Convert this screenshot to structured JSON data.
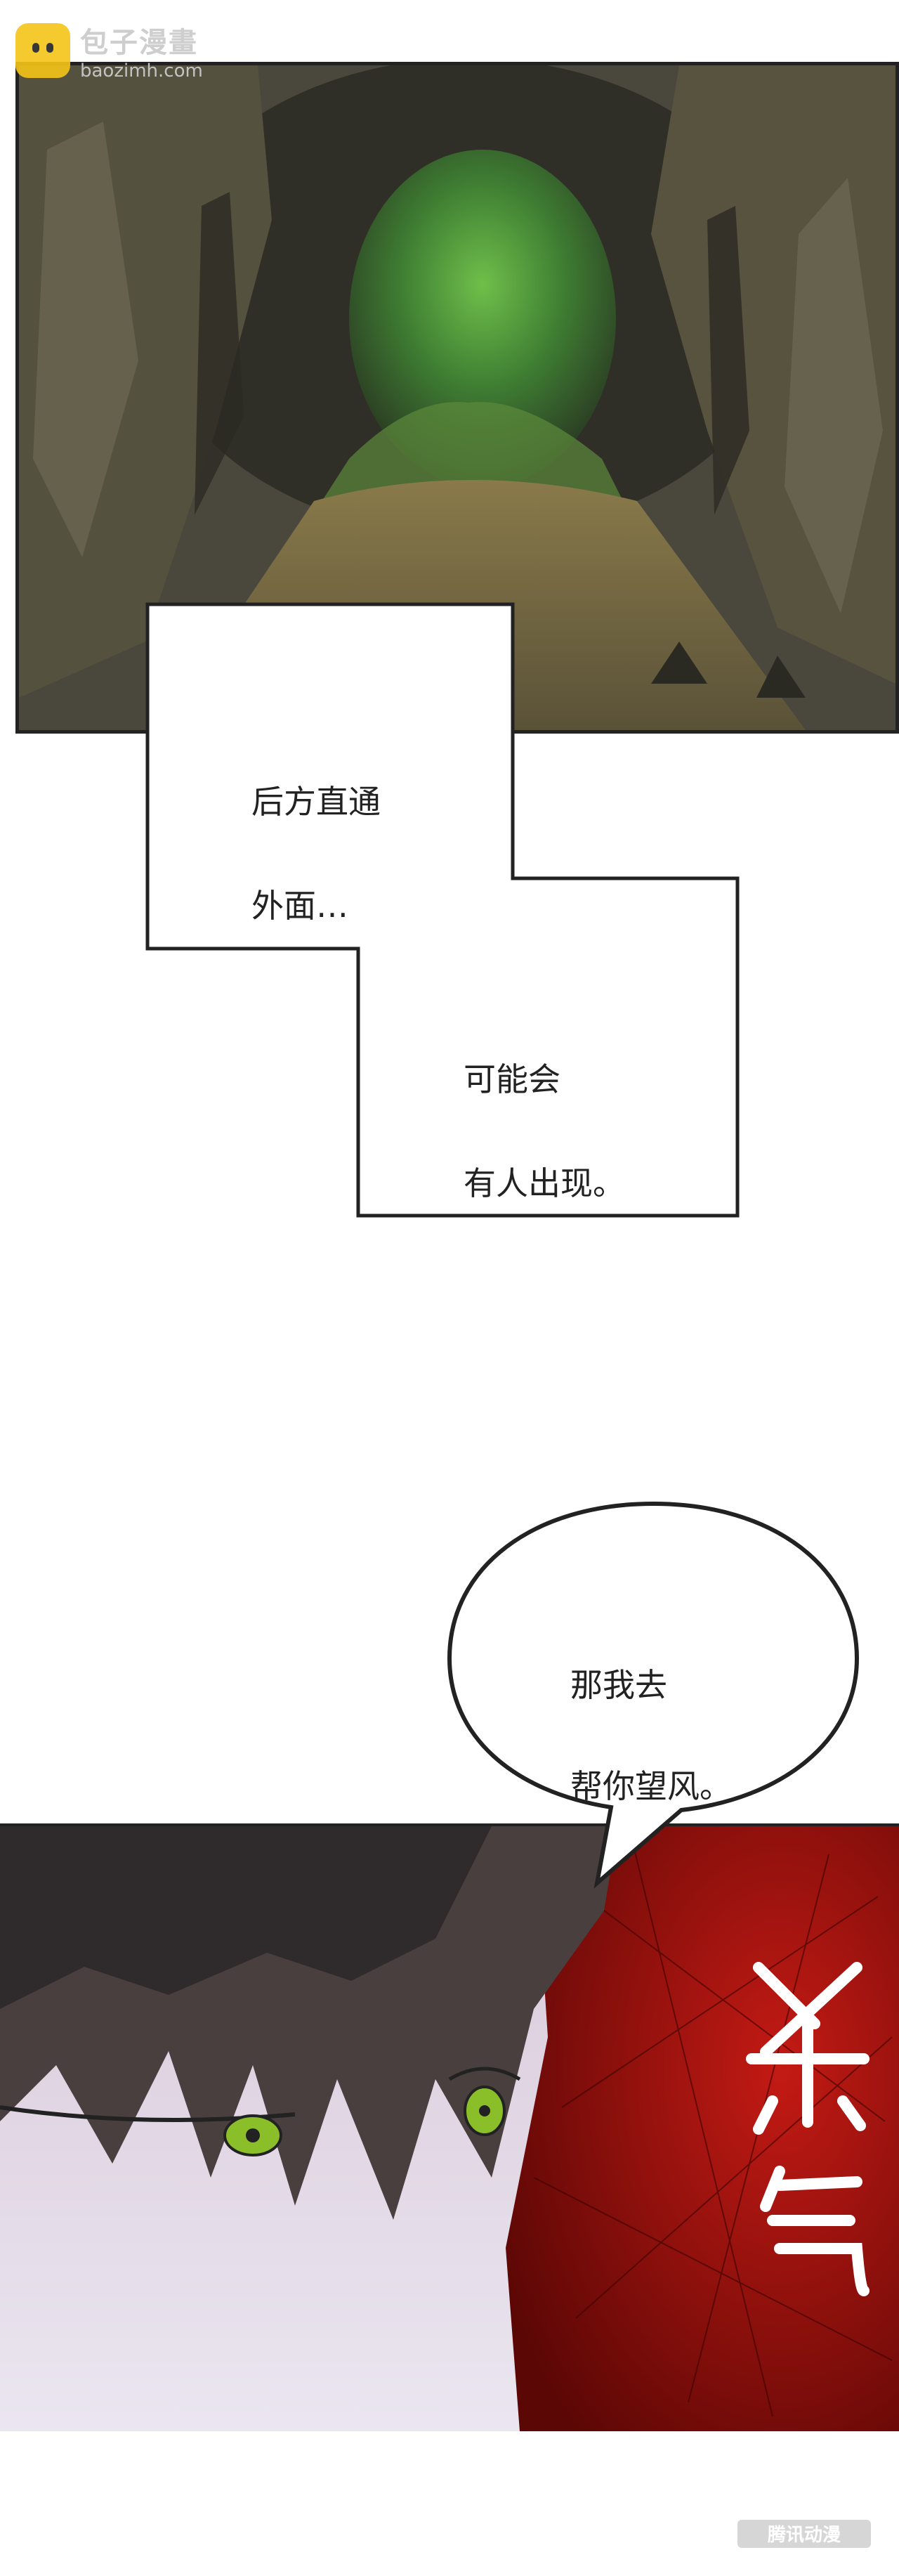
{
  "watermark": {
    "title": "包子漫畫",
    "url": "baozimh.com"
  },
  "captions": [
    {
      "line1": "后方直通",
      "line2": "外面…"
    },
    {
      "line1": "可能会",
      "line2": "有人出现。"
    }
  ],
  "speech_bubble": {
    "line1": "那我去",
    "line2": "帮你望风。"
  },
  "sfx": [
    "杀",
    "气"
  ],
  "footer_logo": "腾讯动漫",
  "colors": {
    "cave_dark": "#3b3a2c",
    "forest_green": "#4d8a3a",
    "aura_red": "#a4120f",
    "eye_green": "#8bbf2a"
  }
}
